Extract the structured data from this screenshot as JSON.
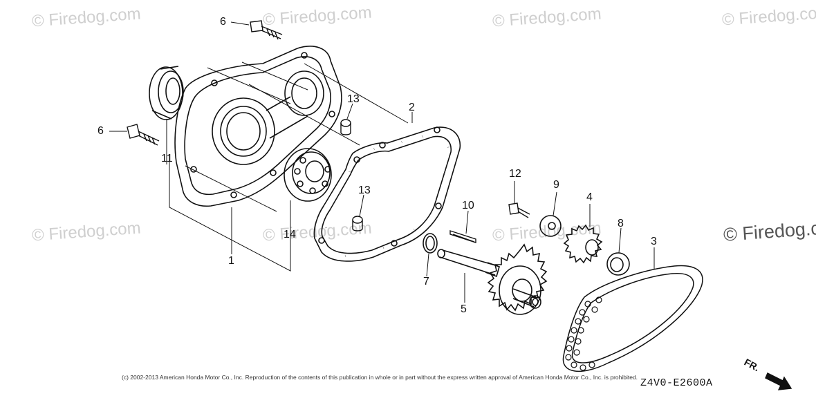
{
  "watermark": {
    "text": "© Firedog.com",
    "dark_text": "© Firedog.c"
  },
  "callouts": {
    "c1": "1",
    "c2": "2",
    "c3": "3",
    "c4": "4",
    "c5": "5",
    "c6a": "6",
    "c6b": "6",
    "c7": "7",
    "c8": "8",
    "c9": "9",
    "c10": "10",
    "c11": "11",
    "c12": "12",
    "c13a": "13",
    "c13b": "13",
    "c14": "14"
  },
  "copyright": "(c) 2002-2013 American Honda Motor Co., Inc. Reproduction of the contents of this publication in whole or in part without the express written approval of American Honda Motor Co., Inc. is prohibited.",
  "drawing_code": "Z4V0-E2600A",
  "direction_label": "FR."
}
